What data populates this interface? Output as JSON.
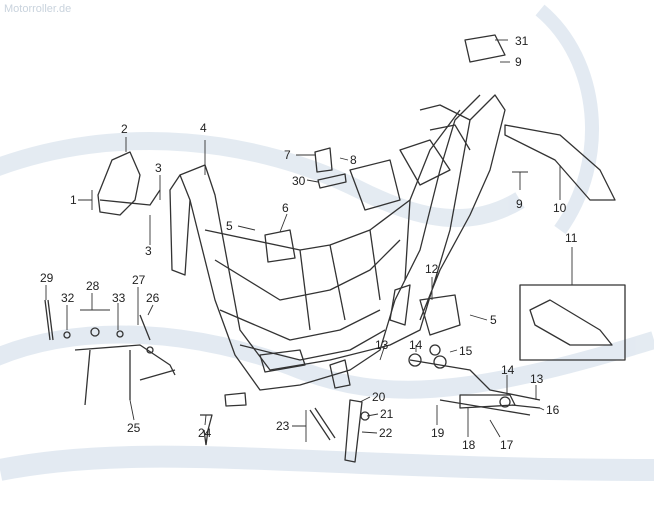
{
  "watermark": "Motorroller.de",
  "colors": {
    "watermark_swoosh": "#d9e3ee",
    "line": "#333333",
    "part": "#555555"
  },
  "callouts": [
    {
      "id": "c1",
      "label": "1"
    },
    {
      "id": "c2",
      "label": "2"
    },
    {
      "id": "c3a",
      "label": "3"
    },
    {
      "id": "c3b",
      "label": "3"
    },
    {
      "id": "c4",
      "label": "4"
    },
    {
      "id": "c5a",
      "label": "5"
    },
    {
      "id": "c5b",
      "label": "5"
    },
    {
      "id": "c6",
      "label": "6"
    },
    {
      "id": "c7",
      "label": "7"
    },
    {
      "id": "c8",
      "label": "8"
    },
    {
      "id": "c9a",
      "label": "9"
    },
    {
      "id": "c9b",
      "label": "9"
    },
    {
      "id": "c10",
      "label": "10"
    },
    {
      "id": "c11",
      "label": "11"
    },
    {
      "id": "c12",
      "label": "12"
    },
    {
      "id": "c13a",
      "label": "13"
    },
    {
      "id": "c13b",
      "label": "13"
    },
    {
      "id": "c14a",
      "label": "14"
    },
    {
      "id": "c14b",
      "label": "14"
    },
    {
      "id": "c15",
      "label": "15"
    },
    {
      "id": "c16",
      "label": "16"
    },
    {
      "id": "c17",
      "label": "17"
    },
    {
      "id": "c18",
      "label": "18"
    },
    {
      "id": "c19",
      "label": "19"
    },
    {
      "id": "c20",
      "label": "20"
    },
    {
      "id": "c21",
      "label": "21"
    },
    {
      "id": "c22",
      "label": "22"
    },
    {
      "id": "c23",
      "label": "23"
    },
    {
      "id": "c24",
      "label": "24"
    },
    {
      "id": "c25",
      "label": "25"
    },
    {
      "id": "c26",
      "label": "26"
    },
    {
      "id": "c27",
      "label": "27"
    },
    {
      "id": "c28",
      "label": "28"
    },
    {
      "id": "c29",
      "label": "29"
    },
    {
      "id": "c30",
      "label": "30"
    },
    {
      "id": "c31",
      "label": "31"
    },
    {
      "id": "c32",
      "label": "32"
    },
    {
      "id": "c33",
      "label": "33"
    }
  ]
}
